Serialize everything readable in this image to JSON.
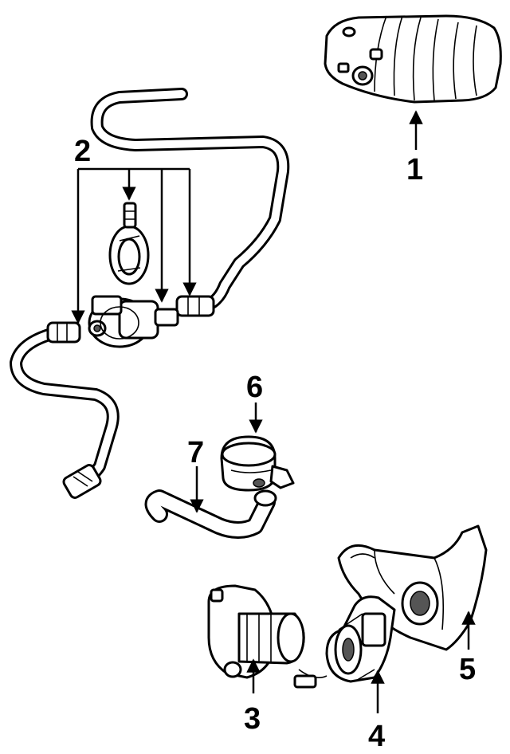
{
  "callouts": [
    {
      "id": "1",
      "label": "1",
      "part": "air-cleaner-housing"
    },
    {
      "id": "2",
      "label": "2",
      "part": "vacuum-valve-hoses"
    },
    {
      "id": "3",
      "label": "3",
      "part": "air-pump"
    },
    {
      "id": "4",
      "label": "4",
      "part": "pump-bracket"
    },
    {
      "id": "5",
      "label": "5",
      "part": "heat-shield"
    },
    {
      "id": "6",
      "label": "6",
      "part": "check-valve"
    },
    {
      "id": "7",
      "label": "7",
      "part": "air-hose"
    }
  ],
  "colors": {
    "ink": "#000000",
    "background": "#ffffff"
  }
}
